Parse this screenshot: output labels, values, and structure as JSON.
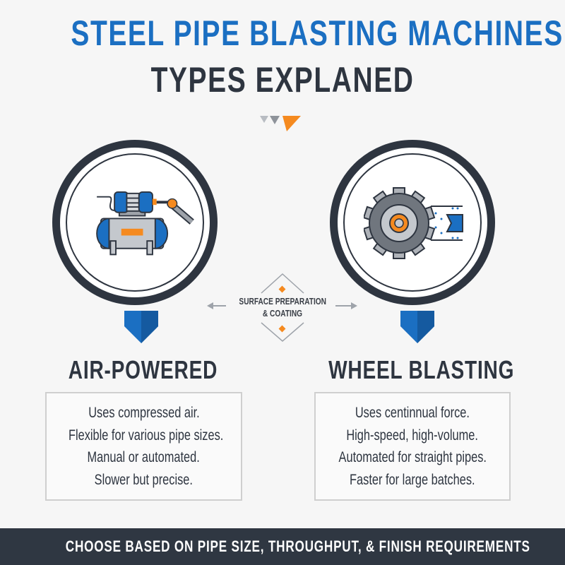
{
  "title": {
    "line1": "STEEL PIPE BLASTING MACHINES:",
    "line2": "TYPES EXPLANED"
  },
  "center": {
    "line1": "SURFACE PREPARATION",
    "line2": "& COATING"
  },
  "colors": {
    "blue": "#1b6fc2",
    "dark": "#2e3540",
    "orange": "#f58a1f",
    "gray": "#9ea3aa"
  },
  "left": {
    "icon": "air-compressor-icon",
    "heading": "AIR-POWERED",
    "lines": [
      "Uses compressed air.",
      "Flexible for various pipe sizes.",
      "Manual or automated.",
      "Slower but precise."
    ]
  },
  "right": {
    "icon": "blast-wheel-icon",
    "heading": "WHEEL BLASTING",
    "lines": [
      "Uses centinnual force.",
      "High-speed, high-volume.",
      "Automated for straight pipes.",
      "Faster for large batches."
    ]
  },
  "footer": "CHOOSE BASED ON PIPE SIZE, THROUGHPUT, & FINISH REQUIREMENTS"
}
